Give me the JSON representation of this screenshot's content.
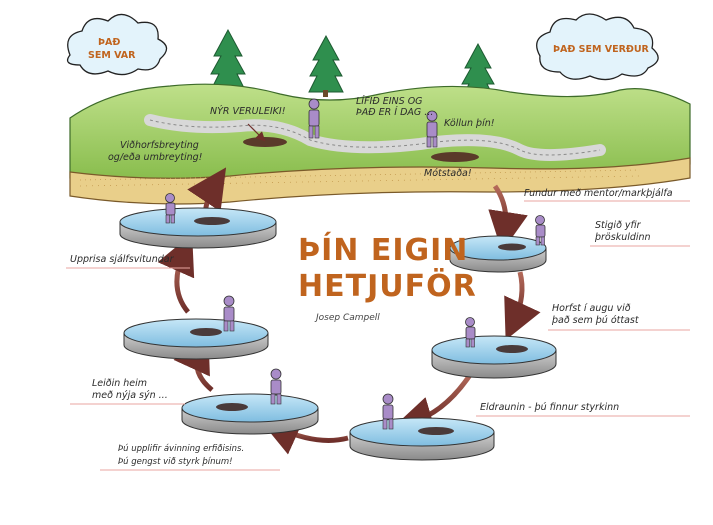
{
  "diagram": {
    "title_line1": "ÞÍN EIGIN",
    "title_line2": "HETJUFÖR",
    "author": "Josep Campell",
    "clouds": {
      "left_line1": "ÞAÐ",
      "left_line2": "SEM VAR",
      "right": "ÞAÐ SEM VERÐUR"
    },
    "surface_labels": {
      "new_reality": "NÝR VERULEIKI!",
      "life_line1": "LÍFIÐ EINS OG",
      "life_line2": "ÞAÐ ER Í DAG ...",
      "call": "Köllun þín!",
      "resistance": "Mótstaða!",
      "change_line1": "Viðhorfsbreyting",
      "change_line2": "og/eða umbreyting!"
    },
    "journey_labels": {
      "mentor": "Fundur með mentor/markþjálfa",
      "threshold_line1": "Stigið yfir",
      "threshold_line2": "þröskuldinn",
      "fear_line1": "Horfst í augu við",
      "fear_line2": "það sem þú óttast",
      "ordeal": "Eldraunin - þú finnur styrkinn",
      "reward_line1": "Þú upplifir ávinning erfiðisins.",
      "reward_line2": "Þú gengst við styrk þínum!",
      "road_back_line1": "Leiðin heim",
      "road_back_line2": "með nýja sýn ...",
      "awakening": "Upprisa sjálfsvitundar"
    },
    "colors": {
      "title": "#c0641e",
      "grass": "#9ccc5e",
      "soil": "#e9cf8a",
      "disc_top": "#9fd0ec",
      "disc_side": "#a9a9a9",
      "arrow": "#7a3a32",
      "figure": "#a98cc8",
      "tree": "#2f8f4e",
      "cloud": "#dff1fb"
    }
  }
}
